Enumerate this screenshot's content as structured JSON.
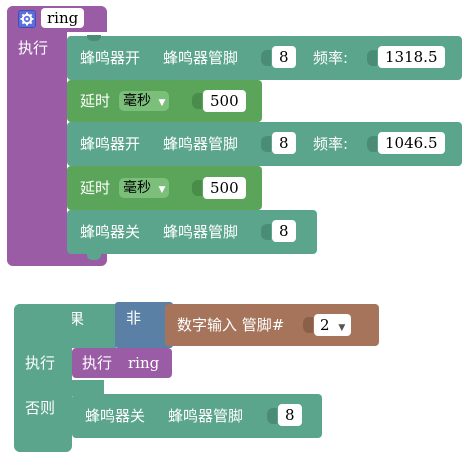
{
  "function_block": {
    "name": "ring",
    "do_label": "执行",
    "statements": [
      {
        "label_1": "蜂鸣器开",
        "label_2": "蜂鸣器管脚",
        "pin": "8",
        "freq_label": "频率:",
        "freq": "1318.5"
      },
      {
        "label": "延时",
        "unit": "毫秒",
        "value": "500"
      },
      {
        "label_1": "蜂鸣器开",
        "label_2": "蜂鸣器管脚",
        "pin": "8",
        "freq_label": "频率:",
        "freq": "1046.5"
      },
      {
        "label": "延时",
        "unit": "毫秒",
        "value": "500"
      },
      {
        "label_1": "蜂鸣器关",
        "label_2": "蜂鸣器管脚",
        "pin": "8"
      }
    ]
  },
  "if_block": {
    "if_label": "如果",
    "not_label": "非",
    "digital_read_label": "数字输入 管脚#",
    "pin": "2",
    "do_label": "执行",
    "call_label": "执行",
    "call_name": "ring",
    "else_label": "否则",
    "else_statement": {
      "label_1": "蜂鸣器关",
      "label_2": "蜂鸣器管脚",
      "pin": "8"
    }
  },
  "icons": {
    "mutator": "gear-icon",
    "dropdown": "triangle-down-icon"
  },
  "colors": {
    "procedure": "#9a5ca5",
    "buzzer": "#5ba58c",
    "delay": "#5aa55a",
    "logic": "#5b80a5",
    "io": "#a5745b"
  }
}
